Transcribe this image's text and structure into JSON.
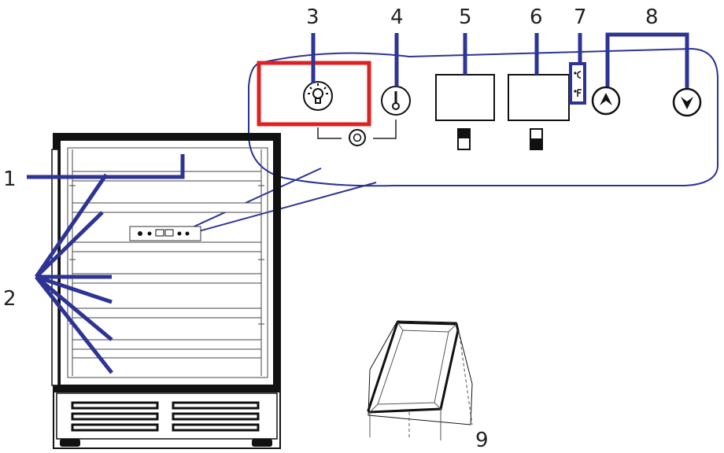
{
  "callouts": [
    {
      "id": "1",
      "label": "1"
    },
    {
      "id": "2",
      "label": "2"
    },
    {
      "id": "3",
      "label": "3"
    },
    {
      "id": "4",
      "label": "4"
    },
    {
      "id": "5",
      "label": "5"
    },
    {
      "id": "6",
      "label": "6"
    },
    {
      "id": "7",
      "label": "7"
    },
    {
      "id": "8",
      "label": "8"
    },
    {
      "id": "9",
      "label": "9"
    }
  ],
  "colors": {
    "leader_line": "#2d3494",
    "highlight": "#e02020",
    "outline": "#111111"
  },
  "icons": {
    "light_button": "lightbulb-icon",
    "temp_button": "thermometer-icon",
    "lock_button": "ring-icon",
    "up_button": "up-arrow-icon",
    "down_button": "down-arrow-icon",
    "unit_indicators": "celsius-fahrenheit-icon"
  }
}
